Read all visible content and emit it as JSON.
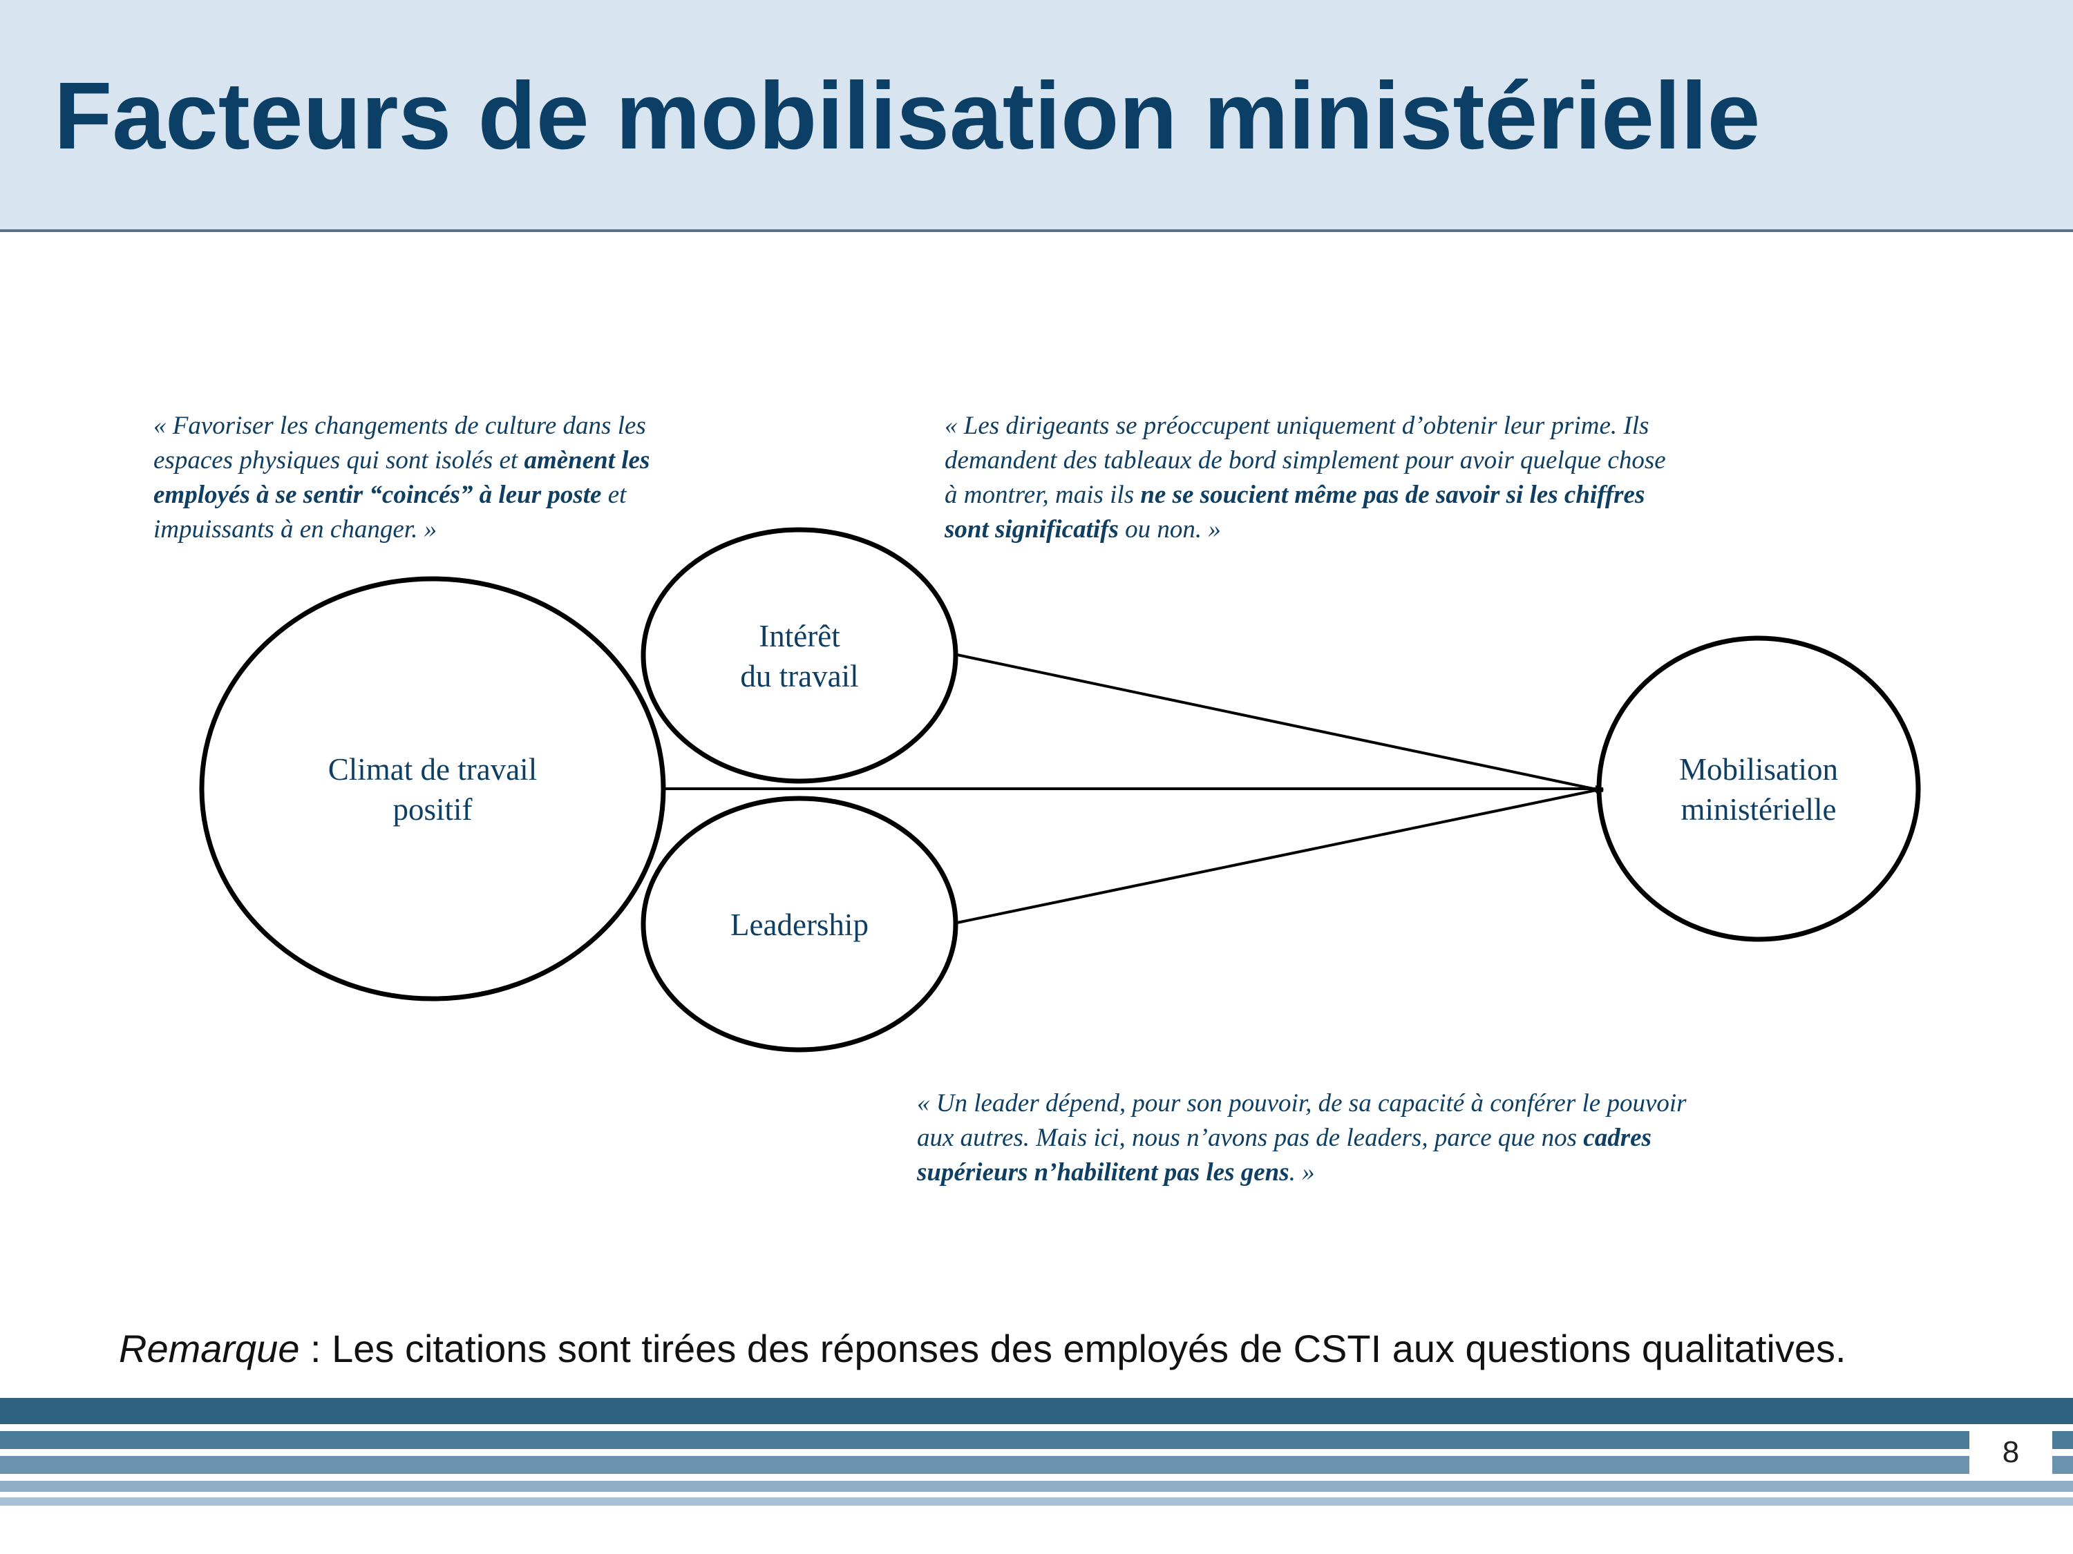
{
  "slide": {
    "title": "Facteurs de mobilisation ministérielle",
    "page_number": "8"
  },
  "diagram": {
    "nodes": {
      "climat": [
        "Climat de travail",
        "positif"
      ],
      "interet": [
        "Intérêt",
        "du travail"
      ],
      "leadership": [
        "Leadership"
      ],
      "mobilisation": [
        "Mobilisation",
        "ministérielle"
      ]
    },
    "edges": [
      {
        "from": "interet",
        "to": "mobilisation"
      },
      {
        "from": "climat",
        "to": "mobilisation"
      },
      {
        "from": "leadership",
        "to": "mobilisation"
      }
    ]
  },
  "quotes": {
    "q1": {
      "p1": "« Favoriser les changements de culture dans les espaces physiques qui sont isolés et ",
      "b1": "amènent les employés à se sentir “coincés” à leur poste",
      "p2": " et impuissants à en changer. »"
    },
    "q2": {
      "p1": "« Les dirigeants se préoccupent uniquement d’obtenir leur prime. Ils demandent des tableaux de bord simplement pour avoir quelque chose à montrer, mais ils ",
      "b1": "ne se soucient même pas de savoir si les chiffres sont significatifs",
      "p2": " ou non. »"
    },
    "q3": {
      "p1": "« Un leader dépend, pour son pouvoir, de sa capacité à conférer le pouvoir aux autres. Mais ici, nous n’avons pas de leaders, parce que nos ",
      "b1": "cadres supérieurs n’habilitent pas les gens",
      "p2": ". »"
    }
  },
  "remark": {
    "label": "Remarque",
    "text": " : Les citations sont tirées des réponses des employés de CSTI aux questions qualitatives."
  },
  "colors": {
    "title": "#0b3f66",
    "header_bg": "#d8e4f0",
    "text_blue": "#0f3e63",
    "band_dark": "#2e6280",
    "band_mid": "#6a93ae",
    "band_light": "#a7c0d3"
  }
}
